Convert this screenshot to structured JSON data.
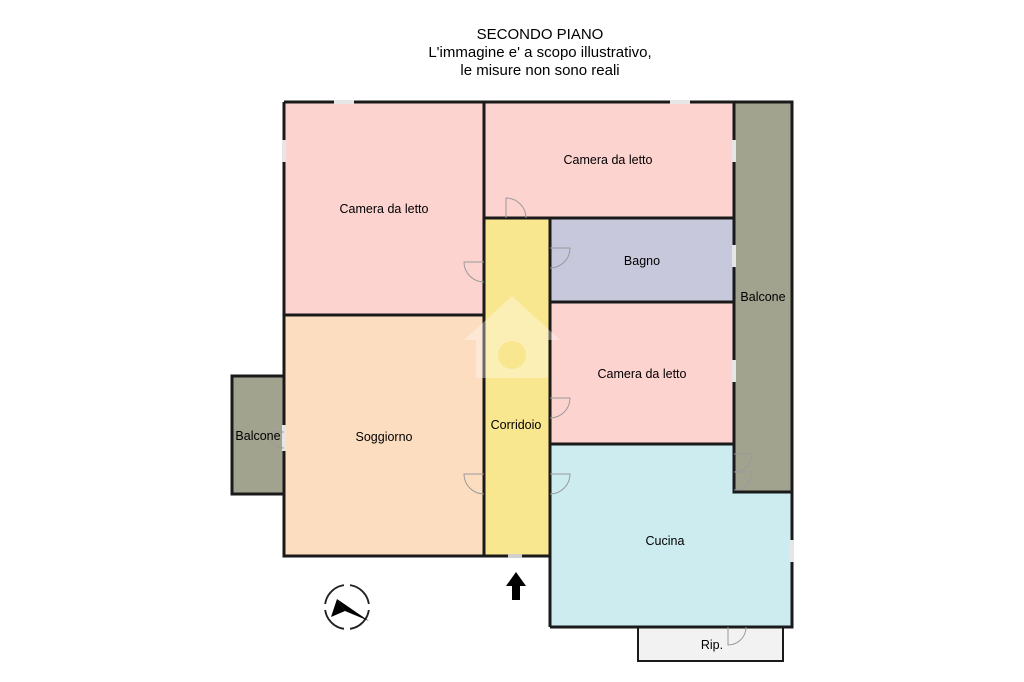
{
  "header": {
    "floor": "SECONDO PIANO",
    "disclaimer_line1": "L'immagine e' a scopo illustrativo,",
    "disclaimer_line2": "le misure non sono reali"
  },
  "rooms": {
    "bedroom_top_left": "Camera da letto",
    "bedroom_top_right": "Camera da letto",
    "bathroom": "Bagno",
    "balcony_right": "Balcone",
    "bedroom_middle": "Camera da letto",
    "living_room": "Soggiorno",
    "balcony_left": "Balcone",
    "corridor": "Corridoio",
    "kitchen": "Cucina",
    "storage": "Rip."
  },
  "colors": {
    "bedroom": "#fdd3d0",
    "bathroom": "#c8c8dc",
    "balcony": "#a2a38f",
    "living": "#fdddc0",
    "corridor": "#f9e78f",
    "kitchen": "#cdecf0",
    "storage": "#f2f2f2",
    "wall": "#1a1a1a"
  },
  "icons": {
    "entrance": "arrow-up-icon",
    "compass": "compass-icon",
    "watermark": "house-watermark-icon"
  }
}
